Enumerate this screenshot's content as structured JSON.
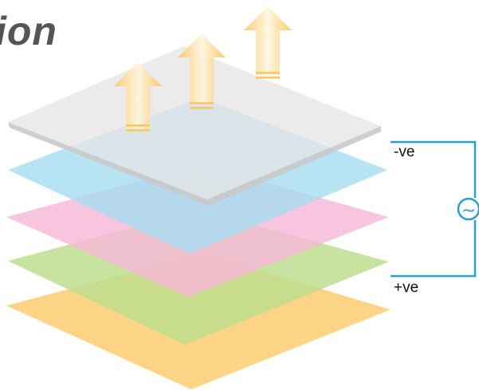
{
  "title_fragment": "ion",
  "terminals": {
    "negative": "-ve",
    "positive": "+ve"
  },
  "layers": [
    {
      "name": "bottom-orange",
      "color": "#fdd07c"
    },
    {
      "name": "green",
      "color": "#bedd8e"
    },
    {
      "name": "pink",
      "color": "#f6b8d7"
    },
    {
      "name": "blue",
      "color": "#a5dcf0"
    },
    {
      "name": "top-gray",
      "color": "#e6e6e6"
    }
  ],
  "circuit": {
    "wire_color": "#2b9fd3",
    "source_symbol": "~"
  },
  "arrows": {
    "color": "#fbc661",
    "count": 3
  }
}
